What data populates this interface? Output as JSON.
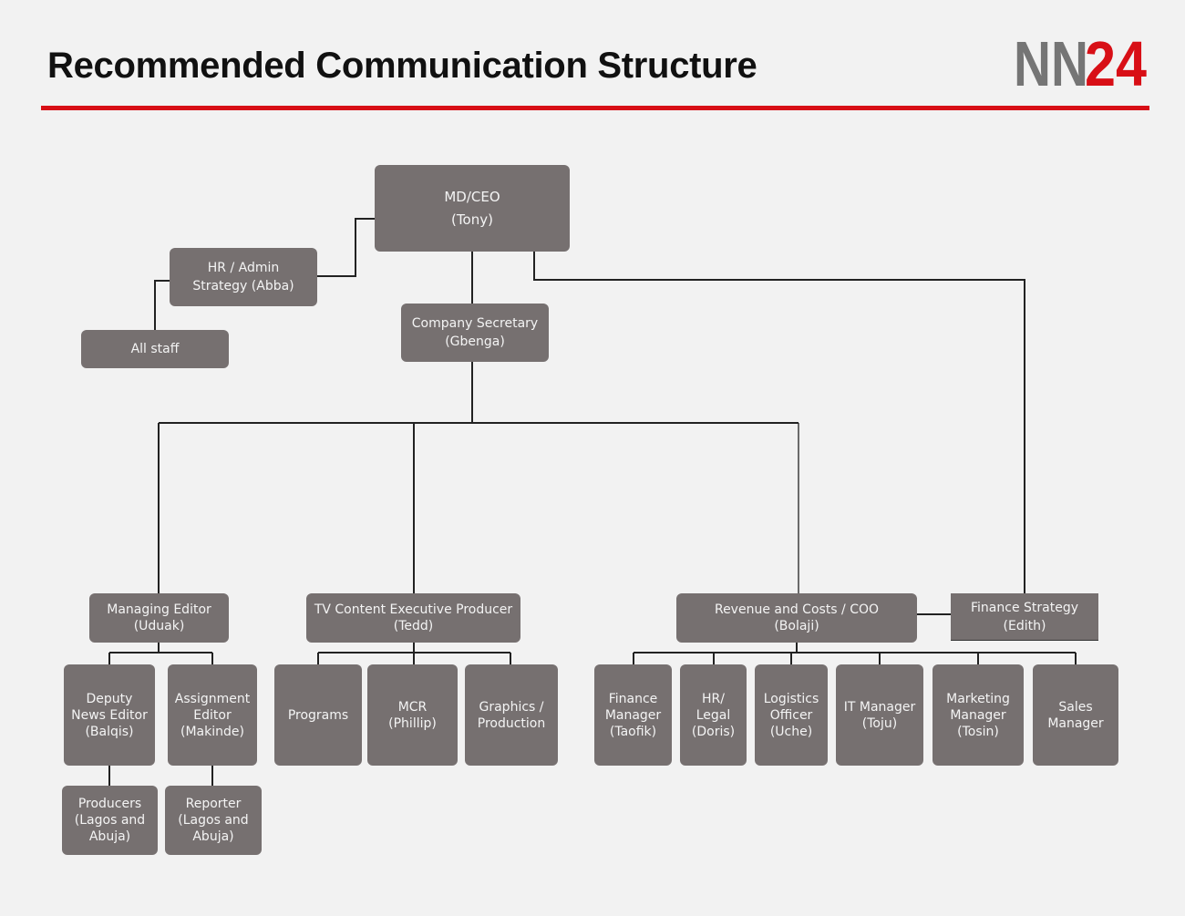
{
  "title": "Recommended Communication Structure",
  "logo": {
    "left": "NN",
    "right": "24"
  },
  "colors": {
    "accent": "#d80f16",
    "box": "#767070",
    "line": "#222222",
    "background": "#f2f2f2"
  },
  "nodes": {
    "ceo": {
      "line1": "MD/CEO",
      "line2": "(Tony)"
    },
    "hr_admin": {
      "line1": "HR / Admin",
      "line2": "Strategy (Abba)"
    },
    "all_staff": {
      "line1": "All staff"
    },
    "company_secretary": {
      "line1": "Company Secretary",
      "line2": "(Gbenga)"
    },
    "managing_editor": {
      "line1": "Managing Editor",
      "line2": "(Uduak)"
    },
    "tv_producer": {
      "line1": "TV Content Executive Producer",
      "line2": "(Tedd)"
    },
    "coo": {
      "line1": "Revenue and Costs / COO",
      "line2": "(Bolaji)"
    },
    "finance_strategy": {
      "line1": "Finance Strategy",
      "line2": "(Edith)"
    },
    "deputy_news_editor": {
      "line1": "Deputy",
      "line2": "News Editor",
      "line3": "(Balqis)"
    },
    "assignment_editor": {
      "line1": "Assignment",
      "line2": "Editor",
      "line3": "(Makinde)"
    },
    "producers": {
      "line1": "Producers",
      "line2": "(Lagos and",
      "line3": "Abuja)"
    },
    "reporter": {
      "line1": "Reporter",
      "line2": "(Lagos and",
      "line3": "Abuja)"
    },
    "programs": {
      "line1": "Programs"
    },
    "mcr": {
      "line1": "MCR",
      "line2": "(Phillip)"
    },
    "graphics": {
      "line1": "Graphics /",
      "line2": "Production"
    },
    "finance_manager": {
      "line1": "Finance",
      "line2": "Manager",
      "line3": "(Taofik)"
    },
    "hr_legal": {
      "line1": "HR/",
      "line2": "Legal",
      "line3": "(Doris)"
    },
    "logistics": {
      "line1": "Logistics",
      "line2": "Officer",
      "line3": "(Uche)"
    },
    "it_manager": {
      "line1": "IT Manager",
      "line2": "(Toju)"
    },
    "marketing": {
      "line1": "Marketing",
      "line2": "Manager",
      "line3": "(Tosin)"
    },
    "sales": {
      "line1": "Sales",
      "line2": "Manager"
    }
  }
}
